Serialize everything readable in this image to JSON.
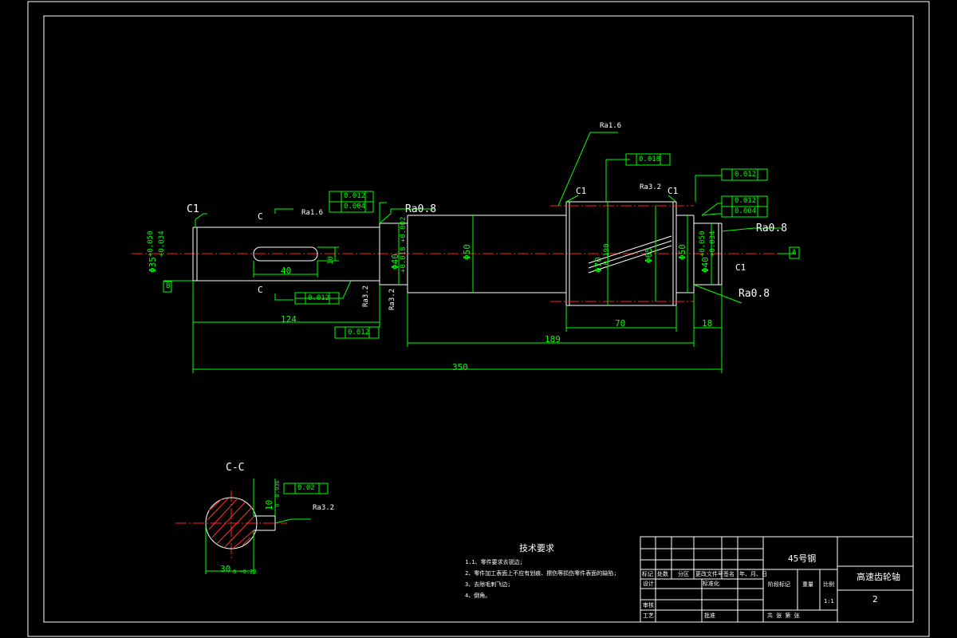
{
  "view_labels": {
    "section": "C-C",
    "cut_left_top": "C",
    "cut_left_bottom": "C"
  },
  "dimensions": {
    "overall": "350",
    "left_length": "124",
    "middle_length": "189",
    "gear_width": "70",
    "right_length": "18",
    "keyway_length": "40",
    "keyway_width": "10",
    "left_dia": "Φ35",
    "left_dia_tol_upper": "+0.050",
    "left_dia_tol_lower": "+0.034",
    "bearing_left_dia": "Φ40",
    "bearing_left_tol": "+0.018 +0.002",
    "shaft_dia_1": "Φ50",
    "gear_tip_dia": "Φ70",
    "gear_tip_tol": "-0.190",
    "gear_root_dia": "Φ65",
    "shaft_dia_2": "Φ50",
    "bearing_right_dia": "Φ40",
    "bearing_right_tol_upper": "+0.050",
    "bearing_right_tol_lower": "+0.034",
    "section_width": "30",
    "section_width_tol": "0 -0.20",
    "section_depth": "10",
    "section_depth_tol": "0 -0.036"
  },
  "chamfers": {
    "c1_left": "C1",
    "c1_gear_left": "C1",
    "c1_gear_right": "C1",
    "c1_right": "C1"
  },
  "roughness": {
    "ra16_top": "Ra1.6",
    "ra16_keyway": "Ra1.6",
    "ra08_left": "Ra0.8",
    "ra32_gear": "Ra3.2",
    "ra32_shoulder_a": "Ra3.2",
    "ra32_shoulder_b": "Ra3.2",
    "ra08_right_top": "Ra0.8",
    "ra08_right_bottom": "Ra0.8",
    "ra32_section": "Ra3.2"
  },
  "tolerances": {
    "runout_018": "0.018",
    "runout_012_top": "0.012",
    "runout_012_right": "0.012",
    "cyl_004_right": "0.004",
    "runout_012_left": "0.012",
    "cyl_004_left": "0.004",
    "runout_012_key": "0.012",
    "runout_012_bottom": "0.012",
    "sym_002": "0.02",
    "datum_a": "A",
    "datum_b": "B"
  },
  "notes": {
    "title": "技术要求",
    "line1": "1.1、零件要求去锐边;",
    "line2": "2、零件加工表面上不应有划痕、擦伤等损伤零件表面的缺陷;",
    "line3": "3、去除毛刺飞边;",
    "line4": "4、倒角。"
  },
  "title_block": {
    "material": "45号钢",
    "part_name": "高速齿轮轴",
    "drawing_no": "2",
    "scale_label": "比例",
    "scale_value": "1:1",
    "stage_label": "阶段标记",
    "weight_label": "重量",
    "mark": "标记",
    "count": "处数",
    "zone": "分区",
    "change_doc": "更改文件号",
    "sign": "签名",
    "date": "年、月、日",
    "design": "设计",
    "standardize": "标准化",
    "review": "审核",
    "process": "工艺",
    "approve": "批准",
    "sheets": "共 张 第 张"
  }
}
